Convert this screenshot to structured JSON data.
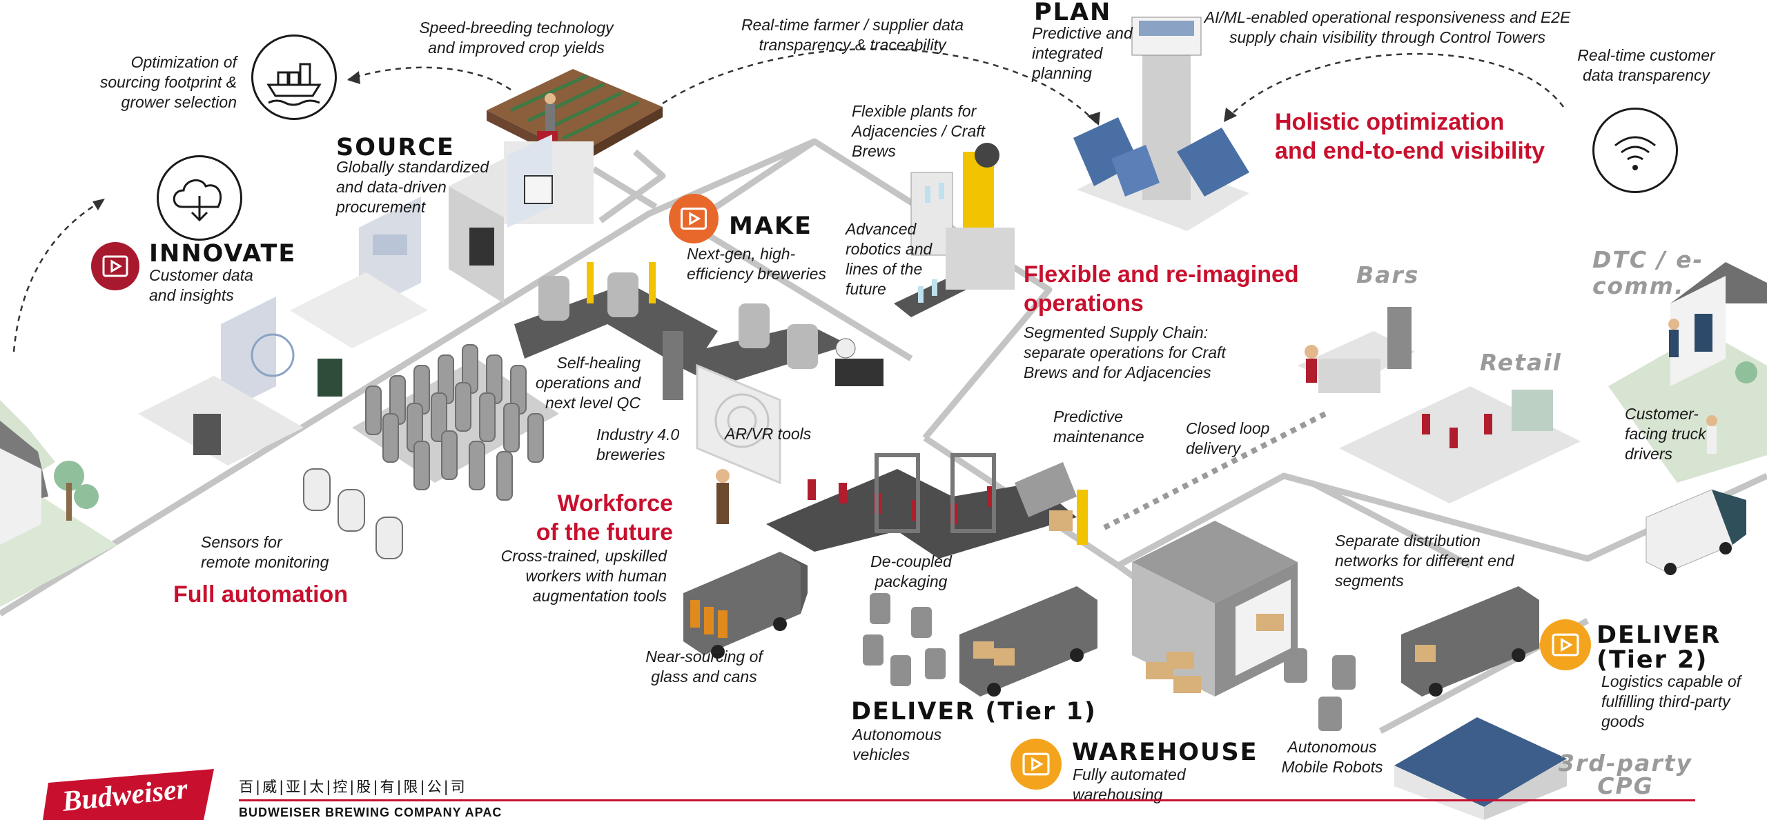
{
  "stages": {
    "plan": {
      "title": "PLAN",
      "desc": [
        "Predictive and",
        "integrated",
        "planning"
      ]
    },
    "source": {
      "title": "SOURCE",
      "desc": [
        "Globally standardized",
        "and data-driven",
        "procurement"
      ]
    },
    "innovate": {
      "title": "INNOVATE",
      "desc": [
        "Customer data",
        "and insights"
      ]
    },
    "make": {
      "title": "MAKE",
      "desc": [
        "Next-gen, high-",
        "efficiency breweries"
      ]
    },
    "deliver1": {
      "title": "DELIVER (Tier 1)",
      "desc": [
        "Autonomous",
        "vehicles"
      ]
    },
    "warehouse": {
      "title": "WAREHOUSE",
      "desc": [
        "Fully automated",
        "warehousing"
      ]
    },
    "deliver2": {
      "title": [
        "DELIVER",
        "(Tier 2)"
      ],
      "desc": [
        "Logistics capable of",
        "fulfilling third-party",
        "goods"
      ]
    }
  },
  "headlines": {
    "holistic": [
      "Holistic optimization",
      "and end-to-end visibility"
    ],
    "flexible": [
      "Flexible and re-imagined",
      "operations"
    ],
    "workforce": [
      "Workforce",
      "of the future"
    ],
    "automation": "Full automation"
  },
  "callouts": {
    "speed_breeding": [
      "Speed-breeding technology",
      "and improved crop yields"
    ],
    "farmer_transparency": [
      "Real-time farmer / supplier data",
      "transparency & traceability"
    ],
    "sourcing_footprint": [
      "Optimization of",
      "sourcing footprint &",
      "grower selection"
    ],
    "ai_ml": [
      "AI/ML-enabled operational responsiveness and E2E",
      "supply chain visibility through Control Towers"
    ],
    "customer_transparency": [
      "Real-time customer",
      "data transparency"
    ],
    "flexible_plants": [
      "Flexible plants for",
      "Adjacencies / Craft",
      "Brews"
    ],
    "advanced_robotics": [
      "Advanced",
      "robotics and",
      "lines of the",
      "future"
    ],
    "segmented": [
      "Segmented Supply Chain:",
      "separate operations for Craft",
      "Brews and for Adjacencies"
    ],
    "self_healing": [
      "Self-healing",
      "operations and",
      "next level QC"
    ],
    "industry40": [
      "Industry 4.0",
      "breweries"
    ],
    "arvr": "AR/VR tools",
    "predictive_maintenance": [
      "Predictive",
      "maintenance"
    ],
    "closed_loop": [
      "Closed loop",
      "delivery"
    ],
    "sensors": [
      "Sensors for",
      "remote monitoring"
    ],
    "cross_trained": [
      "Cross-trained, upskilled",
      "workers with human",
      "augmentation tools"
    ],
    "decoupled": [
      "De-coupled",
      "packaging"
    ],
    "near_sourcing": [
      "Near-sourcing of",
      "glass and cans"
    ],
    "separate_distribution": [
      "Separate distribution",
      "networks for different end",
      "segments"
    ],
    "customer_truck": [
      "Customer-",
      "facing truck",
      "drivers"
    ],
    "amr": [
      "Autonomous",
      "Mobile Robots"
    ]
  },
  "segments": {
    "dtc": [
      "DTC / e-",
      "comm."
    ],
    "bars": "Bars",
    "retail": "Retail",
    "cpg": [
      "3rd-party",
      "CPG"
    ]
  },
  "footer": {
    "brand": "Budweiser",
    "cn": "百|威|亚|太|控|股|有|限|公|司",
    "en": "BUDWEISER BREWING COMPANY APAC"
  },
  "icons": {
    "ship": "cargo-ship-icon",
    "cloud": "cloud-download-icon",
    "wifi": "wifi-icon",
    "play": "play-icon"
  },
  "colors": {
    "accent_red": "#c8102e",
    "play_red": "#a8192e",
    "play_orange": "#e8672a",
    "play_yellow": "#f4a41c",
    "road": "#bdbdbd"
  }
}
